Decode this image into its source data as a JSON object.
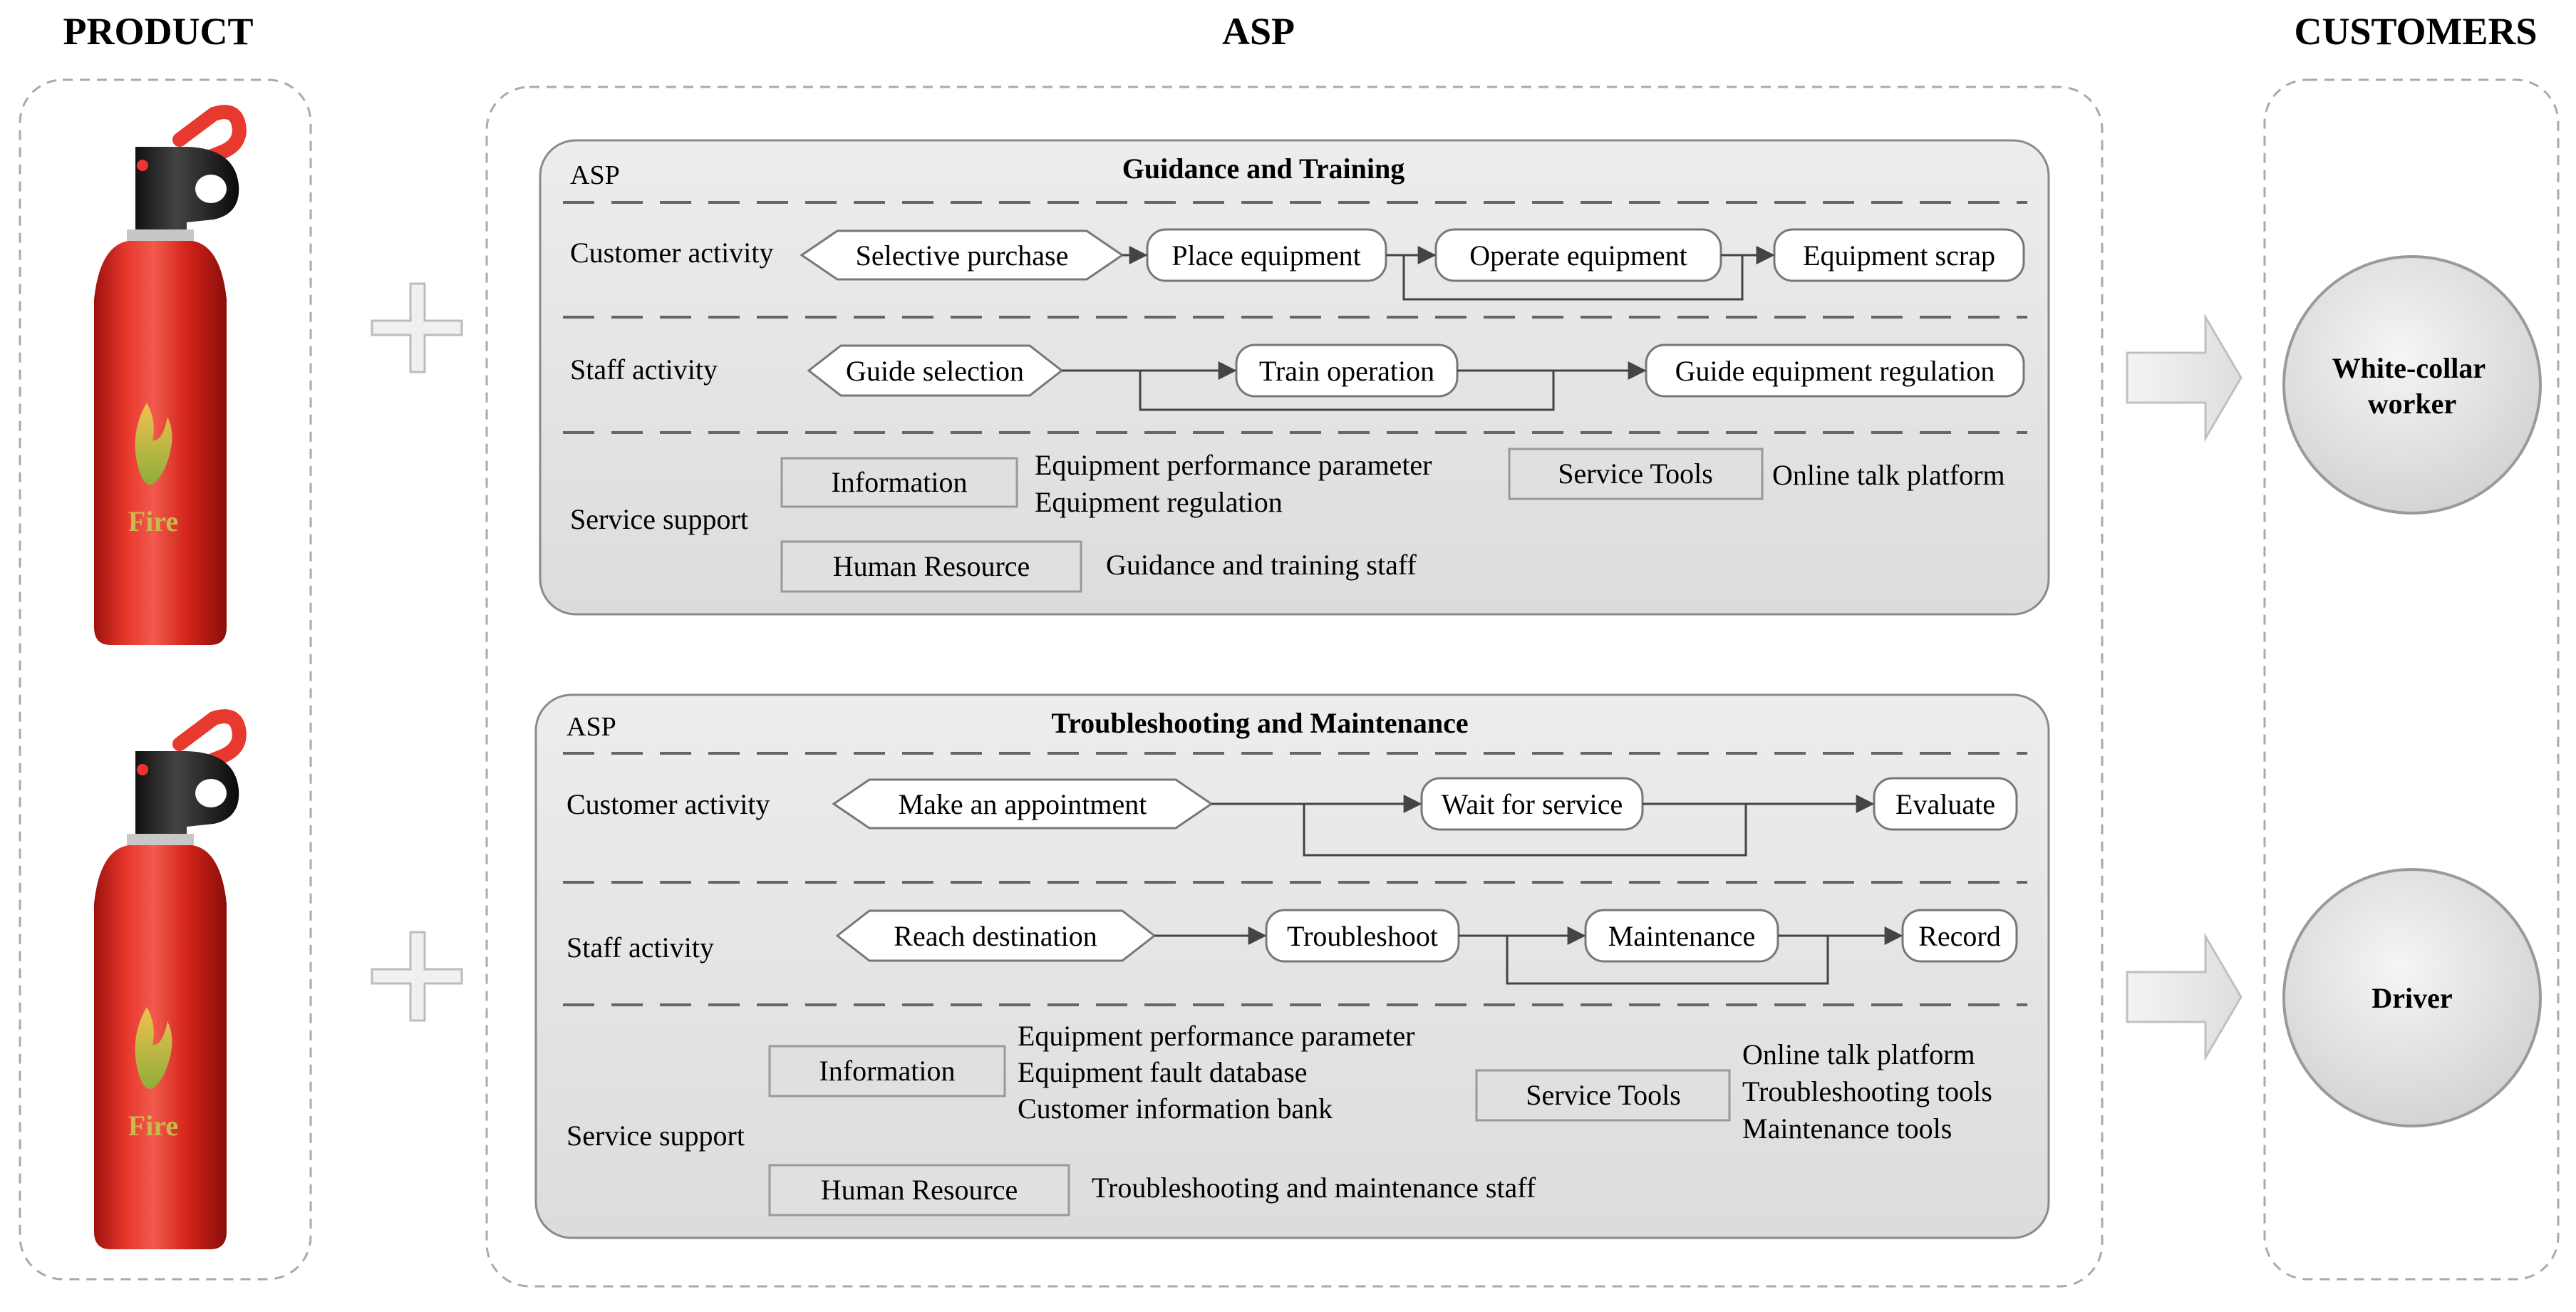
{
  "columns": {
    "product": "PRODUCT",
    "asp": "ASP",
    "customers": "CUSTOMERS"
  },
  "panels": [
    {
      "tag": "ASP",
      "title": "Guidance and Training",
      "customer_label": "Customer activity",
      "customer_steps": [
        "Selective purchase",
        "Place equipment",
        "Operate  equipment",
        "Equipment scrap"
      ],
      "staff_label": "Staff activity",
      "staff_steps": [
        "Guide selection",
        "Train operation",
        "Guide equipment regulation"
      ],
      "support_label": "Service support",
      "info_box": "Information",
      "info_items": [
        "Equipment performance parameter",
        "Equipment regulation"
      ],
      "tools_box": "Service Tools",
      "tools_items": [
        "Online talk platform"
      ],
      "hr_box": "Human Resource",
      "hr_items": [
        "Guidance and training staff"
      ]
    },
    {
      "tag": "ASP",
      "title": "Troubleshooting and Maintenance",
      "customer_label": "Customer activity",
      "customer_steps": [
        "Make an appointment",
        "Wait for service",
        "Evaluate"
      ],
      "staff_label": "Staff activity",
      "staff_steps": [
        "Reach destination",
        "Troubleshoot",
        "Maintenance",
        "Record"
      ],
      "support_label": "Service support",
      "info_box": "Information",
      "info_items": [
        "Equipment performance parameter",
        "Equipment fault database",
        "Customer information bank"
      ],
      "tools_box": "Service Tools",
      "tools_items": [
        "Online talk platform",
        "Troubleshooting tools",
        "Maintenance tools"
      ],
      "hr_box": "Human Resource",
      "hr_items": [
        "Troubleshooting and maintenance staff"
      ]
    }
  ],
  "customers": [
    "White-collar worker",
    "Driver"
  ],
  "extinguisher_logo": "Fire",
  "colors": {
    "extinguisher_red": "#d8251c",
    "panel_fill": "#e6e6e6",
    "stroke": "#555555"
  }
}
